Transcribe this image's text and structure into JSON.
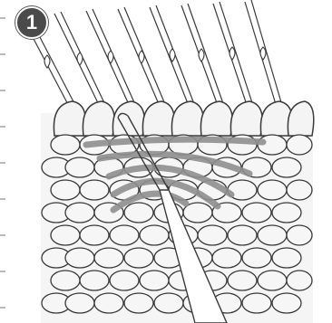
{
  "step": {
    "number": "1"
  },
  "colors": {
    "background": "#ffffff",
    "shading": "#e9e9e9",
    "line": "#3a3a3a",
    "stitch_fill": "#f4f4f4",
    "yarn_strand": "#8f8f8f",
    "badge": "#4a4a4a"
  },
  "icons": {
    "badge": "step-number-circle",
    "tool": "crochet-hook",
    "fabric": "knitted-stitches"
  }
}
